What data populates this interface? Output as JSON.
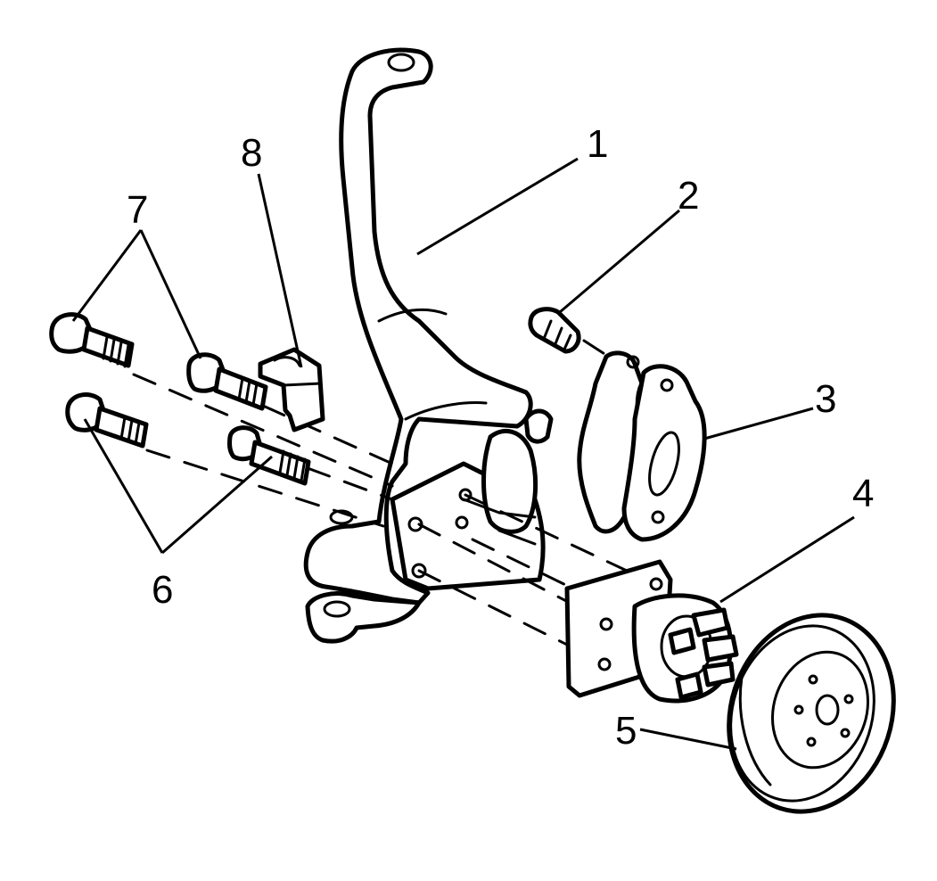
{
  "diagram": {
    "callouts": [
      {
        "id": "1",
        "text": "1"
      },
      {
        "id": "2",
        "text": "2"
      },
      {
        "id": "3",
        "text": "3"
      },
      {
        "id": "4",
        "text": "4"
      },
      {
        "id": "5",
        "text": "5"
      },
      {
        "id": "6",
        "text": "6"
      },
      {
        "id": "7",
        "text": "7"
      },
      {
        "id": "8",
        "text": "8"
      }
    ],
    "colors": {
      "line": "#000000",
      "background": "#ffffff"
    }
  }
}
